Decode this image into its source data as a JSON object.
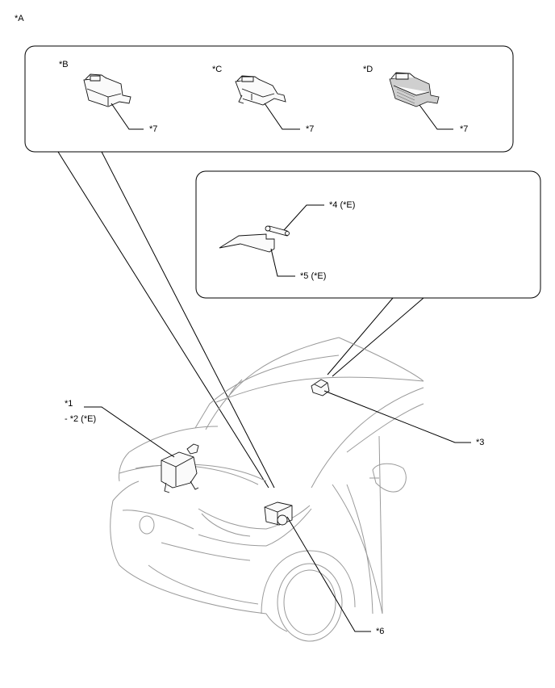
{
  "labels": {
    "view": "*A",
    "b": "*B",
    "c": "*C",
    "d": "*D",
    "p1": "*1",
    "p2": "- *2 (*E)",
    "p3": "*3",
    "p4": "*4 (*E)",
    "p5": "*5 (*E)",
    "p6": "*6",
    "p7b": "*7",
    "p7c": "*7",
    "p7d": "*7"
  }
}
